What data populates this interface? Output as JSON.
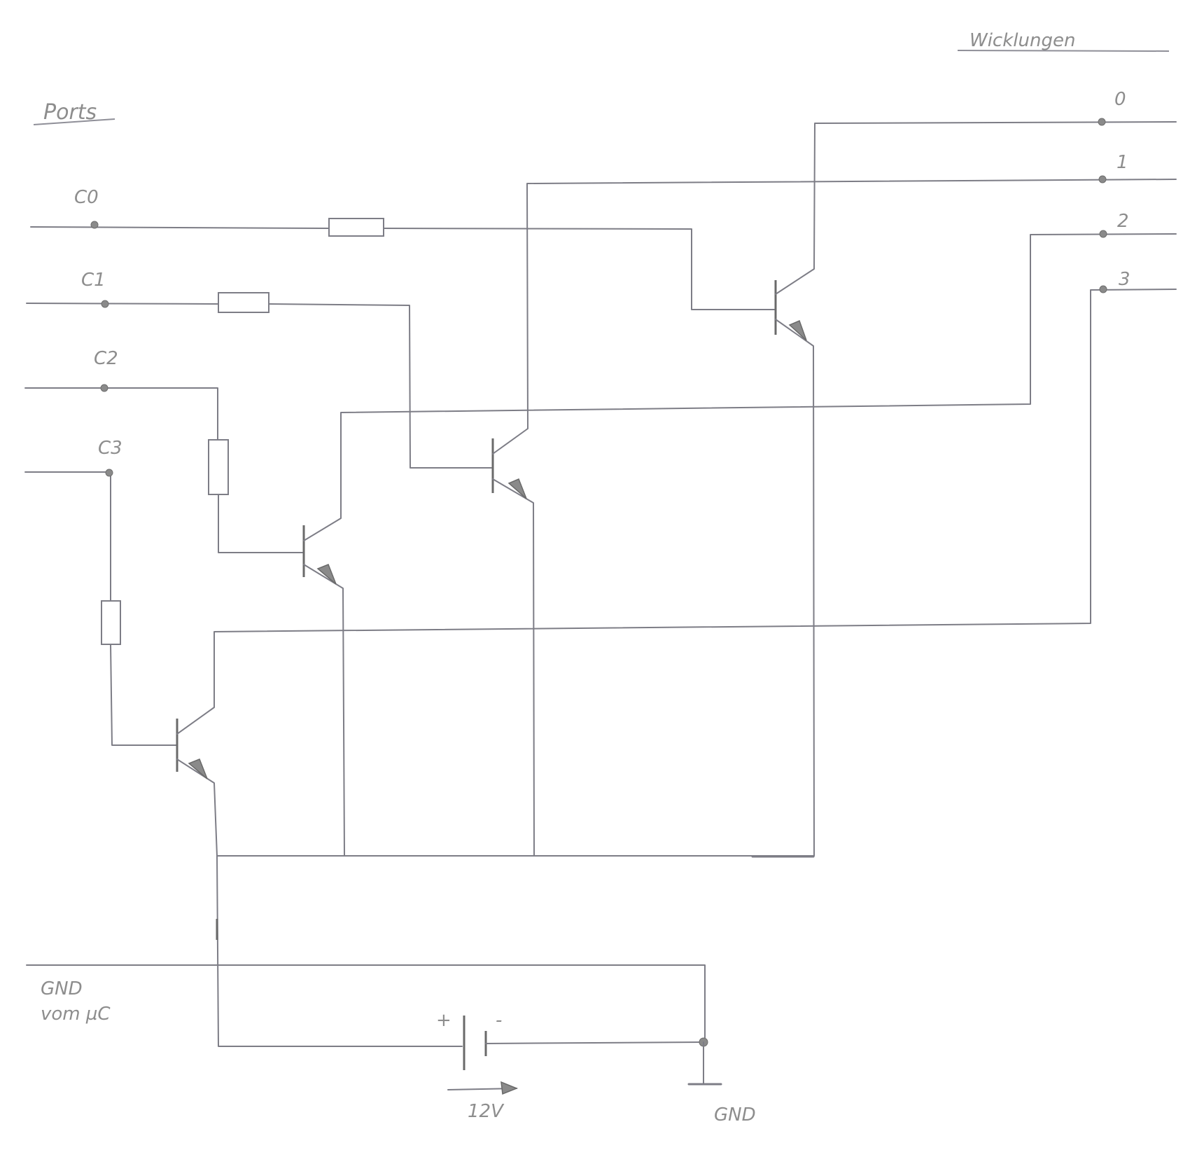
{
  "headings": {
    "ports": "Ports",
    "windings": "Wicklungen"
  },
  "ports": [
    {
      "label": "C0"
    },
    {
      "label": "C1"
    },
    {
      "label": "C2"
    },
    {
      "label": "C3"
    }
  ],
  "windings": [
    {
      "label": "0"
    },
    {
      "label": "1"
    },
    {
      "label": "2"
    },
    {
      "label": "3"
    }
  ],
  "power": {
    "supply_voltage": "12V",
    "plus": "+",
    "minus": "-",
    "gnd_from_uc_line1": "GND",
    "gnd_from_uc_line2": "vom µC",
    "gnd_label": "GND"
  }
}
